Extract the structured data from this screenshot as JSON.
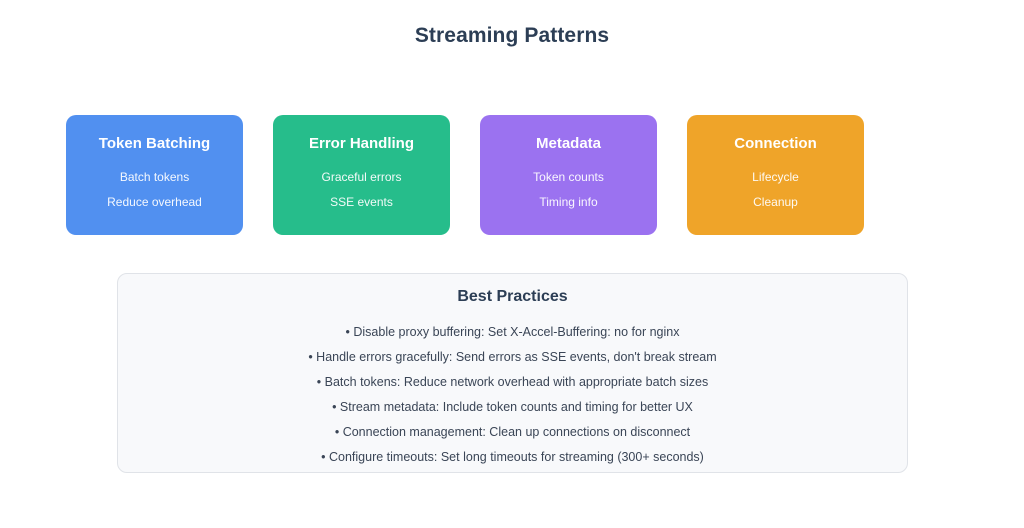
{
  "page": {
    "title": "Streaming Patterns",
    "background_color": "#ffffff",
    "title_color": "#2c3e55"
  },
  "cards": [
    {
      "name": "token-batching",
      "title": "Token Batching",
      "lines": [
        "Batch tokens",
        "Reduce overhead"
      ],
      "color": "#5190f0"
    },
    {
      "name": "error-handling",
      "title": "Error Handling",
      "lines": [
        "Graceful errors",
        "SSE events"
      ],
      "color": "#26bd8b"
    },
    {
      "name": "metadata",
      "title": "Metadata",
      "lines": [
        "Token counts",
        "Timing info"
      ],
      "color": "#9b72f0"
    },
    {
      "name": "connection",
      "title": "Connection",
      "lines": [
        "Lifecycle",
        "Cleanup"
      ],
      "color": "#efa429"
    }
  ],
  "best_practices": {
    "title": "Best Practices",
    "border_color": "#e0e3e8",
    "background_color": "#f8f9fb",
    "items": [
      "• Disable proxy buffering: Set X-Accel-Buffering: no for nginx",
      "• Handle errors gracefully: Send errors as SSE events, don't break stream",
      "• Batch tokens: Reduce network overhead with appropriate batch sizes",
      "• Stream metadata: Include token counts and timing for better UX",
      "• Connection management: Clean up connections on disconnect",
      "• Configure timeouts: Set long timeouts for streaming (300+ seconds)"
    ]
  }
}
